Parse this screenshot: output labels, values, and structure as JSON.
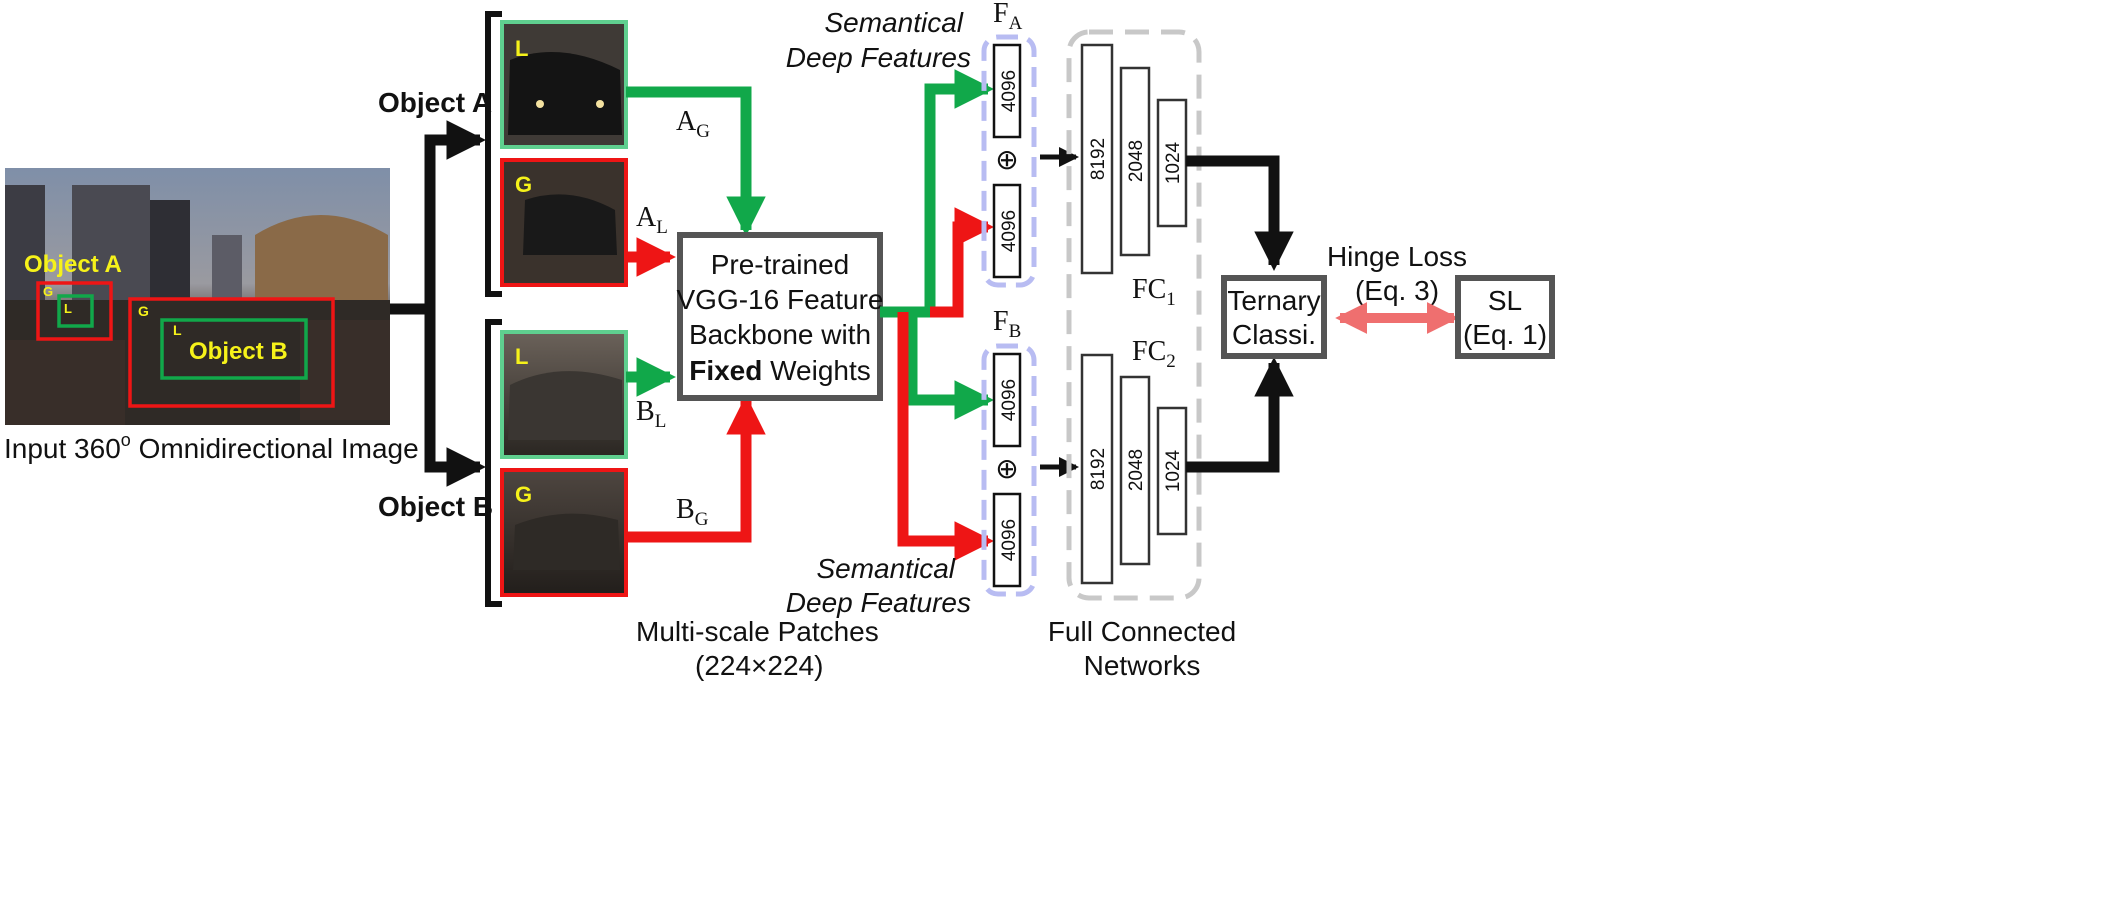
{
  "input": {
    "caption": "Input 360",
    "caption_sup": "o",
    "caption_rest": " Omnidirectional Image",
    "object_a": "Object A",
    "object_b": "Object B",
    "tag_g": "G",
    "tag_l": "L"
  },
  "branches": {
    "object_a": "Object A",
    "object_b": "Object B"
  },
  "patches": {
    "a_local_tag": "L",
    "a_global_tag": "G",
    "b_local_tag": "L",
    "b_global_tag": "G",
    "caption_line1": "Multi-scale Patches",
    "caption_line2": "(224×224)"
  },
  "arrows": {
    "a_g": "A",
    "a_g_sub": "G",
    "a_l": "A",
    "a_l_sub": "L",
    "b_l": "B",
    "b_l_sub": "L",
    "b_g": "B",
    "b_g_sub": "G"
  },
  "backbone": {
    "line1": "Pre-trained",
    "line2": "VGG-16 Feature",
    "line3": "Backbone with",
    "line4_bold": "Fixed",
    "line4_rest": " Weights"
  },
  "features": {
    "top_label_1": "Semantical",
    "top_label_2": "Deep Features",
    "bottom_label_1": "Semantical",
    "bottom_label_2": "Deep Features",
    "fa": "F",
    "fa_sub": "A",
    "fb": "F",
    "fb_sub": "B",
    "dim": "4096",
    "concat": "⊕"
  },
  "fc": {
    "fc1": "FC",
    "fc1_sub": "1",
    "fc2": "FC",
    "fc2_sub": "2",
    "layers": [
      "8192",
      "2048",
      "1024"
    ],
    "caption_line1": "Full Connected",
    "caption_line2": "Networks"
  },
  "classifier": {
    "line1": "Ternary",
    "line2": "Classi.",
    "loss_line1": "Hinge Loss",
    "loss_line2": "(Eq. 3)"
  },
  "output": {
    "line1": "SL",
    "line2": "(Eq. 1)"
  },
  "colors": {
    "green": "#11a84a",
    "red": "#ee1515",
    "black": "#111111",
    "box_gray": "#555555",
    "dash_blue": "#b8bcf2",
    "dash_gray": "#c8c8c8",
    "loss_pink": "#ef6f6f",
    "label_yellow": "#f6f21a"
  }
}
